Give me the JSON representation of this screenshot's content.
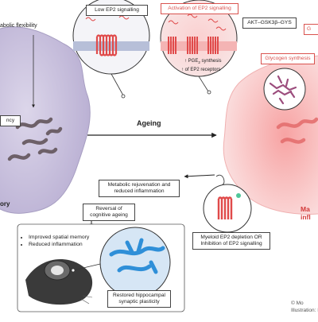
{
  "labels": {
    "metabolic_flexibility": "abolic flexibility",
    "energy": "ncy",
    "left_cell_label": "ory",
    "low_ep2": "Low EP2 signalling",
    "activation_ep2": "Activation of EP2 signalling",
    "pge2_synthesis_prefix": "↑ PGE",
    "pge2_synthesis_sub": "2",
    "pge2_synthesis_suffix": " synthesis",
    "ep2_receptors": "↑ of EP2 receptors",
    "akt": "AKT–GSK3β–GYS",
    "glycogen_synthesis": "Glycogen synthesis",
    "top_right_fragment": "G",
    "ageing": "Ageing",
    "metabolic_rejuvenation_l1": "Metabolic rejuvenation and",
    "metabolic_rejuvenation_l2": "reduced inflammation",
    "reversal_l1": "Reversal of",
    "reversal_l2": "cognitive ageing",
    "improved_memory": "Improved spatial memory",
    "reduced_inflammation": "Reduced inflammation",
    "restored_l1": "Restored hippocampal",
    "restored_l2": "synaptic plasticity",
    "myeloid_l1": "Myeloid EP2 depletion OR",
    "myeloid_l2": "Inhibition of EP2 signalling",
    "right_red_l1": "Ma",
    "right_red_l2": "infl",
    "credit_l1": "© Mo",
    "credit_l2": "Illustration: I"
  },
  "colors": {
    "young_cell": "#c9c1dd",
    "aged_cell": "#f6b8b8",
    "mitochondria_young": "#7c6f78",
    "mitochondria_aged": "#e07171",
    "receptor": "#e04a4a",
    "membrane": "#9aa7c8",
    "glycogen": "#9c4d7d",
    "neuron": "#2f8fd8",
    "accent_red": "#d33a3a"
  },
  "icons": [
    "receptor-icon",
    "glycogen-icon",
    "mouse-icon",
    "arrow-icon"
  ]
}
